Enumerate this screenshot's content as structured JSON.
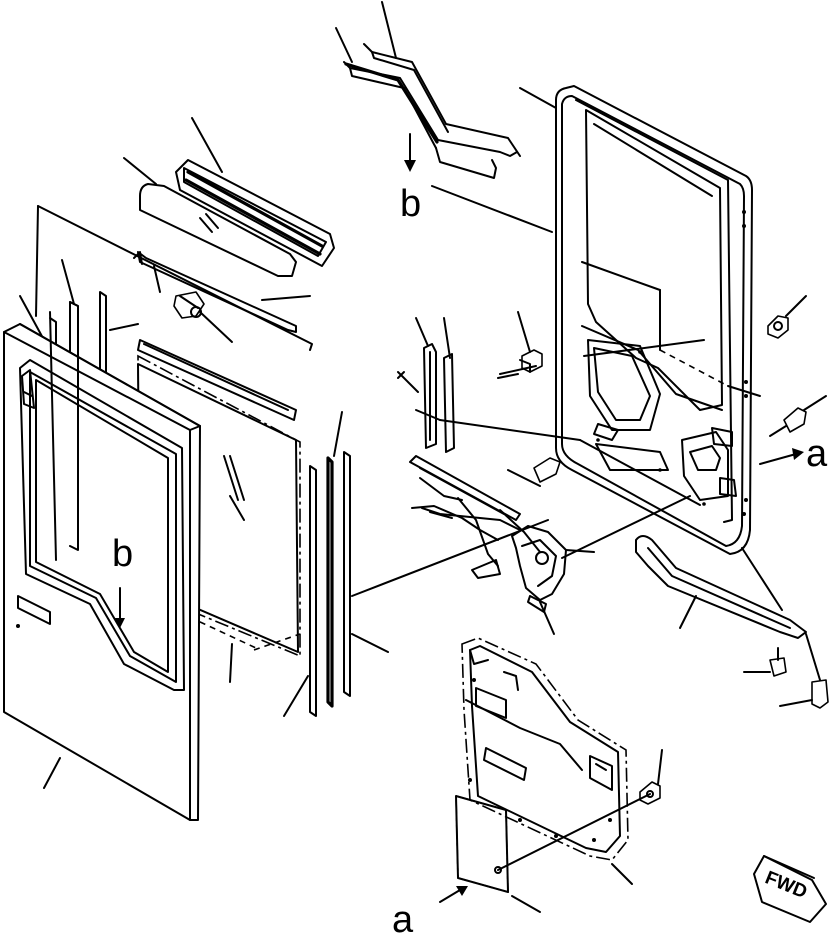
{
  "labels": {
    "b_top": "b",
    "b_door": "b",
    "a_right": "a",
    "a_bottom": "a"
  },
  "fwd_badge": {
    "text": "FWD"
  }
}
